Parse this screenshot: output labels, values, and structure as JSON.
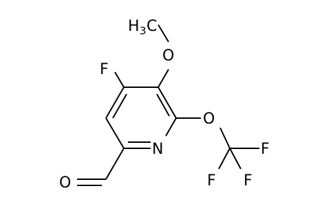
{
  "molecule": {
    "atoms": {
      "n_ring": "N",
      "f_ring": "F",
      "o_methoxy": "O",
      "h3_methoxy": "H",
      "h3_subscript": "3",
      "c_methoxy": "C",
      "o_trifluoromethoxy": "O",
      "f_cf3_top": "F",
      "f_cf3_left": "F",
      "f_cf3_right": "F",
      "o_aldehyde": "O"
    }
  }
}
